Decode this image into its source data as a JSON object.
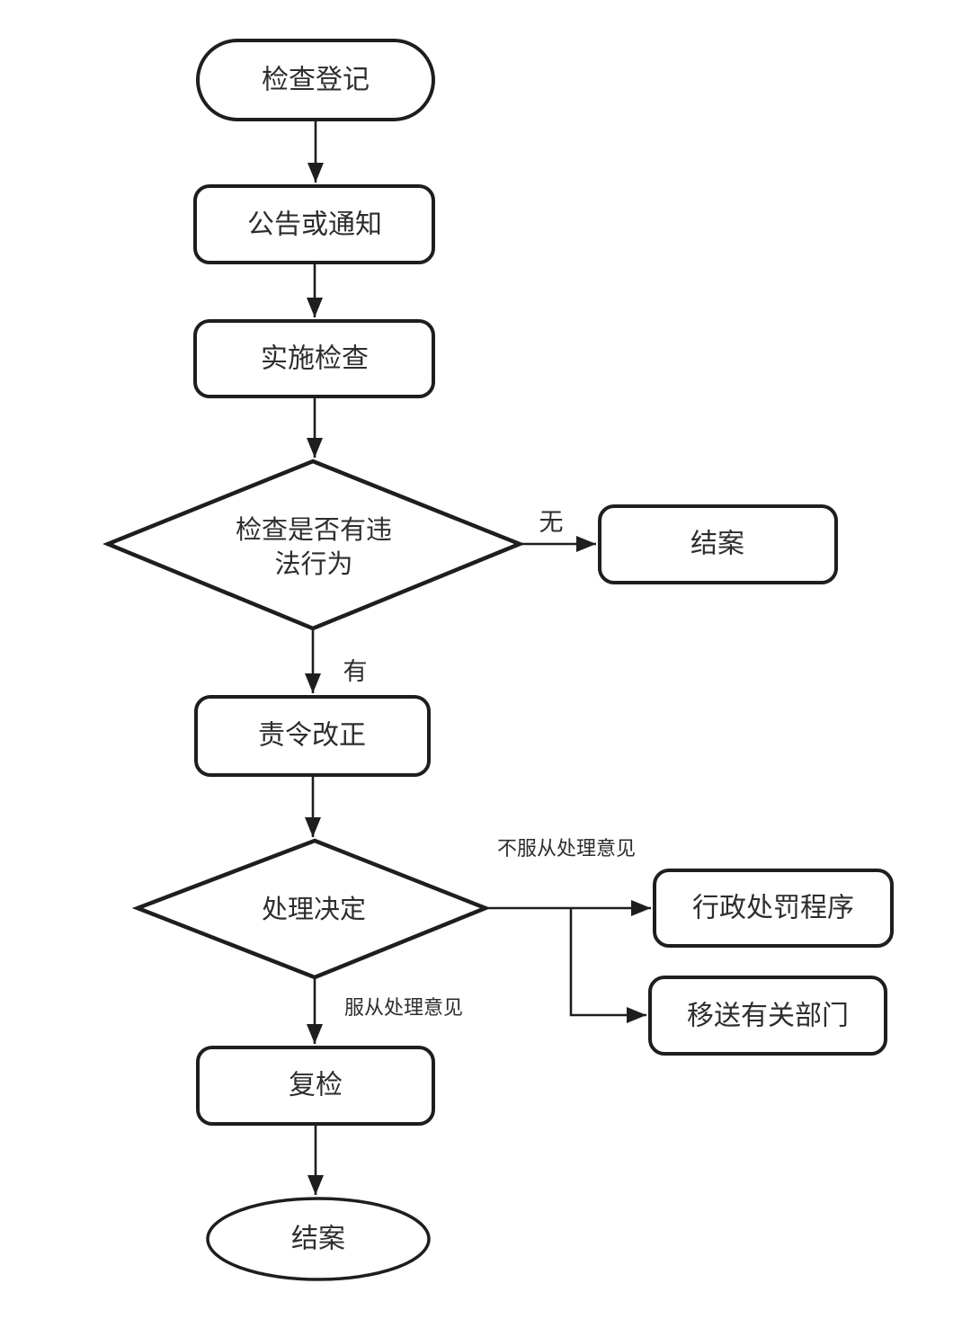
{
  "diagram": {
    "type": "flowchart",
    "background_color": "#ffffff",
    "stroke_color": "#1e1e1e",
    "text_color": "#2d2d2d",
    "nodes": {
      "start": {
        "label": "检查登记",
        "shape": "terminator"
      },
      "notice": {
        "label": "公告或通知",
        "shape": "process"
      },
      "inspect": {
        "label": "实施检查",
        "shape": "process"
      },
      "violation_decision": {
        "label_line1": "检查是否有违",
        "label_line2": "法行为",
        "shape": "decision"
      },
      "close_case_no_violation": {
        "label": "结案",
        "shape": "process"
      },
      "order_correction": {
        "label": "责令改正",
        "shape": "process"
      },
      "handling_decision": {
        "label": "处理决定",
        "shape": "decision"
      },
      "admin_penalty": {
        "label": "行政处罚程序",
        "shape": "process"
      },
      "transfer_departments": {
        "label": "移送有关部门",
        "shape": "process"
      },
      "recheck": {
        "label": "复检",
        "shape": "process"
      },
      "end": {
        "label": "结案",
        "shape": "terminator"
      }
    },
    "edges": [
      {
        "from": "start",
        "to": "notice",
        "label": ""
      },
      {
        "from": "notice",
        "to": "inspect",
        "label": ""
      },
      {
        "from": "inspect",
        "to": "violation_decision",
        "label": ""
      },
      {
        "from": "violation_decision",
        "to": "close_case_no_violation",
        "label": "无"
      },
      {
        "from": "violation_decision",
        "to": "order_correction",
        "label": "有"
      },
      {
        "from": "order_correction",
        "to": "handling_decision",
        "label": ""
      },
      {
        "from": "handling_decision",
        "to": "admin_penalty",
        "label": "不服从处理意见"
      },
      {
        "from": "handling_decision",
        "to": "transfer_departments",
        "label": ""
      },
      {
        "from": "handling_decision",
        "to": "recheck",
        "label": "服从处理意见"
      },
      {
        "from": "recheck",
        "to": "end",
        "label": ""
      }
    ]
  }
}
